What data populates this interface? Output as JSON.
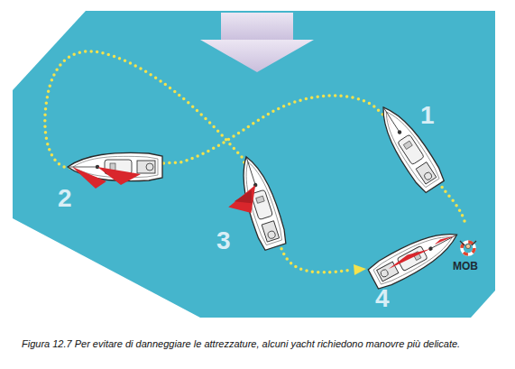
{
  "diagram": {
    "caption": "Figura 12.7 Per evitare di danneggiare le attrezzature, alcuni yacht richiedono manovre più delicate.",
    "labels": [
      "1",
      "2",
      "3",
      "4",
      "MOB"
    ]
  }
}
